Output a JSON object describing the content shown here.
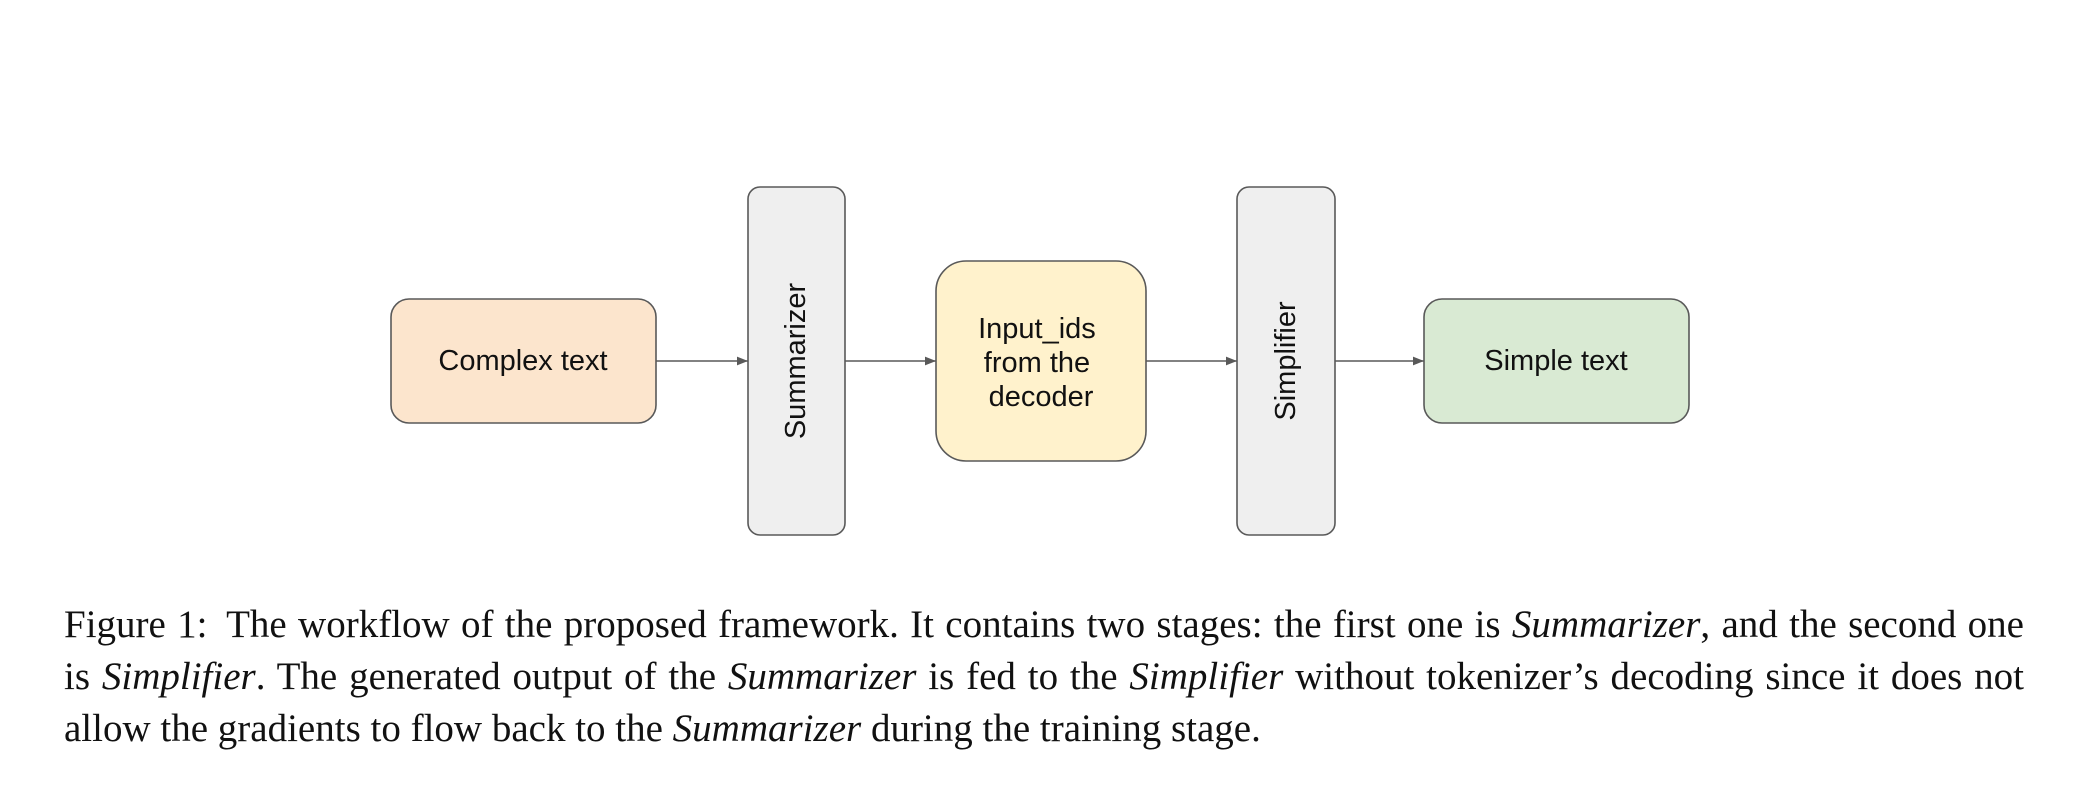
{
  "diagram": {
    "nodes": {
      "complex_text": {
        "label": "Complex text",
        "fill": "#fce5cd",
        "stroke": "#595959"
      },
      "summarizer": {
        "label": "Summarizer",
        "fill": "#efefef",
        "stroke": "#595959"
      },
      "input_ids": {
        "lines": [
          "Input_ids",
          "from the",
          "decoder"
        ],
        "fill": "#fff2cc",
        "stroke": "#595959"
      },
      "simplifier": {
        "label": "Simplifier",
        "fill": "#efefef",
        "stroke": "#595959"
      },
      "simple_text": {
        "label": "Simple text",
        "fill": "#d9ead3",
        "stroke": "#595959"
      }
    },
    "edges": [
      {
        "from": "Complex text",
        "to": "Summarizer"
      },
      {
        "from": "Summarizer",
        "to": "Input_ids from the decoder"
      },
      {
        "from": "Input_ids from the decoder",
        "to": "Simplifier"
      },
      {
        "from": "Simplifier",
        "to": "Simple text"
      }
    ],
    "edge_color": "#595959"
  },
  "caption": {
    "label": "Figure 1:",
    "s1": "The workflow of the proposed framework. It contains two stages: the first one is ",
    "i1": "Summarizer",
    "s2": ", and the second one is ",
    "i2": "Simplifier",
    "s3": ". The generated output of the ",
    "i3": "Summarizer",
    "s4": " is fed to the ",
    "i4": "Simplifier",
    "s5": " without tokenizer’s decoding since it does not allow the gradients to flow back to the ",
    "i5": "Summarizer",
    "s6": " during the training stage."
  }
}
